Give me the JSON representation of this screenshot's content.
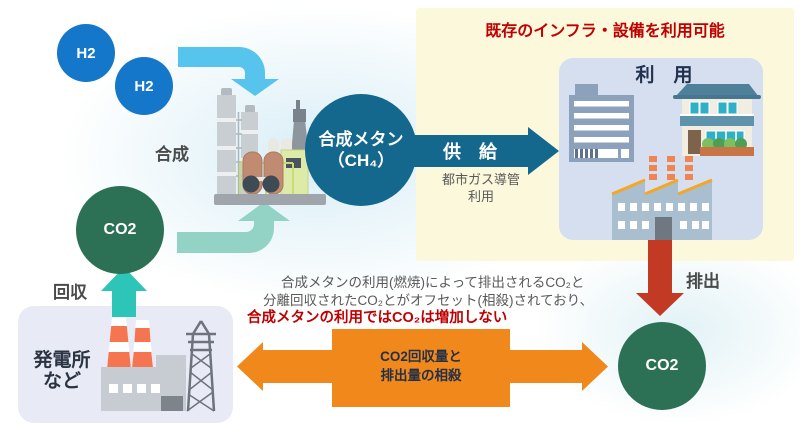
{
  "banner": {
    "title": "既存のインフラ・設備を利用可能"
  },
  "process": {
    "h2_label_1": "H2",
    "h2_label_2": "H2",
    "synthesis_label": "合成",
    "ch4_line1": "合成メタン",
    "ch4_line2": "（CH₄）",
    "supply_label": "供　給",
    "pipeline_line1": "都市ガス導管",
    "pipeline_line2": "利用",
    "usage_title": "利　用",
    "emission_label": "排出",
    "co2_right_label": "CO2",
    "co2_left_label": "CO2",
    "capture_label": "回収",
    "power_plant_line1": "発電所",
    "power_plant_line2": "など"
  },
  "note": {
    "line1": "合成メタンの利用(燃焼)によって排出されるCO₂と",
    "line2": "分離回収されたCO₂とがオフセット(相殺)されており、",
    "line3": "合成メタンの利用ではCO₂は増加しない"
  },
  "offset_arrow": {
    "line1": "CO2回収量と",
    "line2": "排出量の相殺"
  },
  "colors": {
    "h2_blue": "#1577C9",
    "ch4_teal_blue": "#14678D",
    "co2_green": "#2C7156",
    "h2_flow_cyan": "#57C4EE",
    "co2_flow_pale_teal": "#93D3C6",
    "capture_teal": "#2CC5B8",
    "emission_red": "#C23A23",
    "offset_orange": "#F0881B",
    "banner_red": "#C00000",
    "yellow_panel": "#FBF8DC",
    "usage_panel": "#D6DFEF",
    "plant_panel": "#E8EAF6"
  }
}
